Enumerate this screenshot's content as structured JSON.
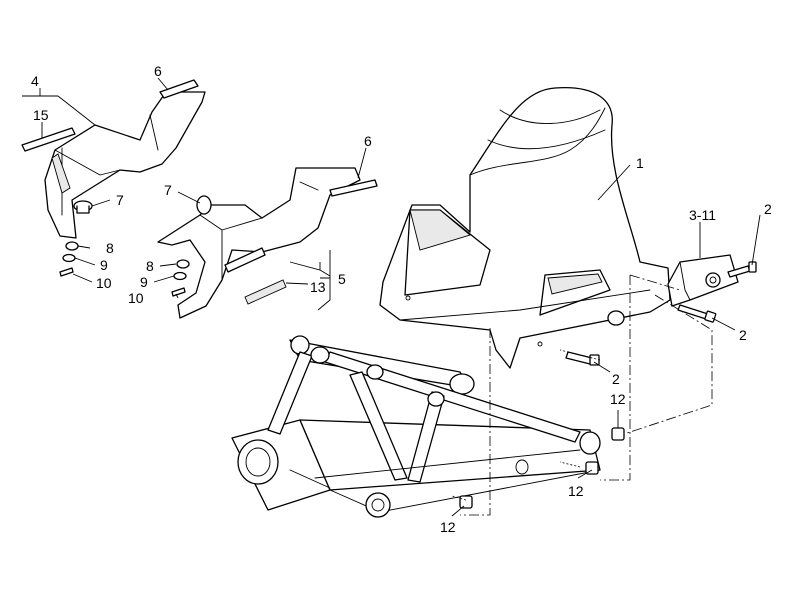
{
  "callouts": {
    "c1": "1",
    "c2a": "2",
    "c2b": "2",
    "c2c": "2",
    "c3_11": "3-11",
    "c4": "4",
    "c5": "5",
    "c6a": "6",
    "c6b": "6",
    "c7a": "7",
    "c7b": "7",
    "c8a": "8",
    "c8b": "8",
    "c9a": "9",
    "c9b": "9",
    "c10a": "10",
    "c10b": "10",
    "c12a": "12",
    "c12b": "12",
    "c12c": "12",
    "c13": "13",
    "c15": "15"
  },
  "colors": {
    "line": "#000000",
    "background": "#ffffff"
  }
}
